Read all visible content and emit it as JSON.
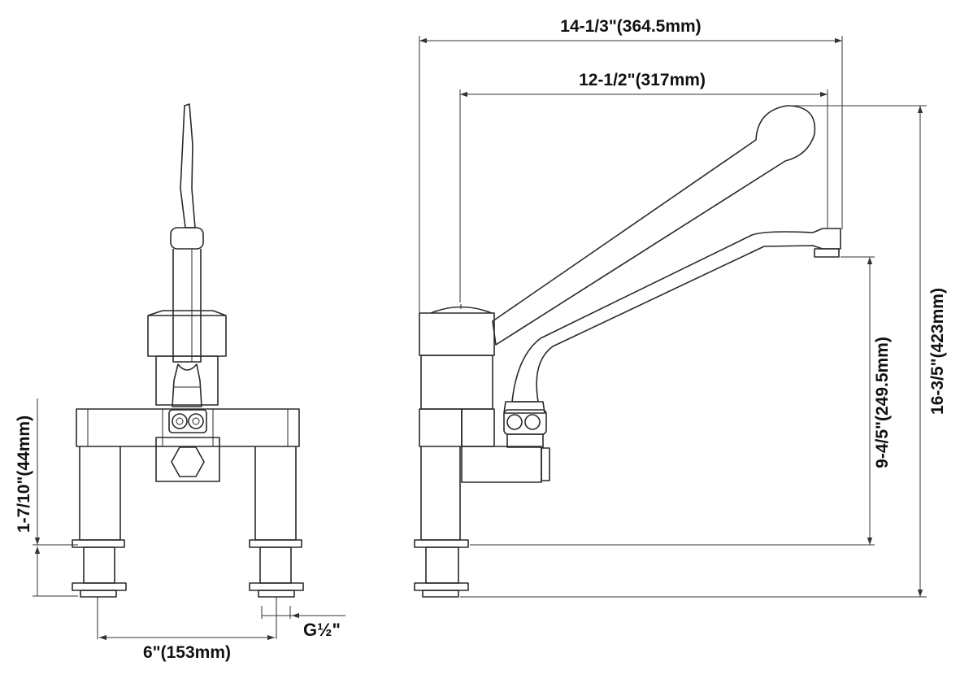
{
  "dimensions": {
    "overall_reach": "14-1/3\"(364.5mm)",
    "spout_reach": "12-1/2\"(317mm)",
    "overall_height": "16-3/5\"(423mm)",
    "spout_height": "9-4/5\"(249.5mm)",
    "base_height": "1-7/10\"(44mm)",
    "center_distance": "6\"(153mm)",
    "thread_size": "G½\""
  },
  "colors": {
    "line": "#2a2a2a",
    "background": "#ffffff",
    "text": "#111111"
  }
}
